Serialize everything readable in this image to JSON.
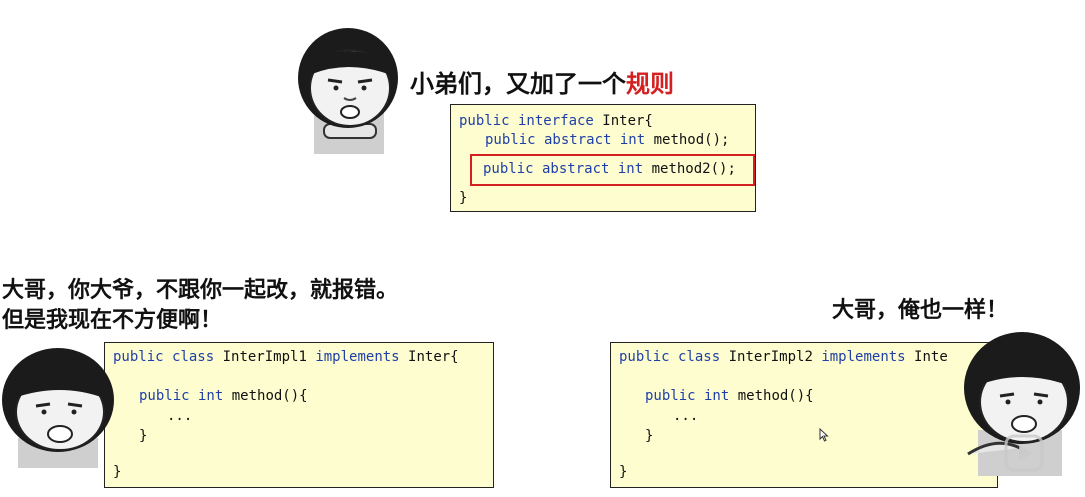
{
  "top_caption": {
    "main": "小弟们，又加了一个",
    "highlight": "规则"
  },
  "interface_code": {
    "l1_kw": "public interface",
    "l1_rest": " Inter{",
    "l2_kw": "public abstract int",
    "l2_rest": " method();",
    "l3_kw": "public abstract int",
    "l3_rest": " method2();",
    "l4": "}"
  },
  "left_caption": {
    "line1": "大哥，你大爷，不跟你一起改，就报错。",
    "line2": "但是我现在不方便啊！"
  },
  "impl1_code": {
    "l1_kw1": "public class",
    "l1_name": " InterImpl1 ",
    "l1_kw2": "implements",
    "l1_rest": " Inter{",
    "l2_kw": "public int",
    "l2_rest": " method(){",
    "l3": "...",
    "l4": "}",
    "l5": "}"
  },
  "right_caption": {
    "line1": "大哥，俺也一样！"
  },
  "impl2_code": {
    "l1_kw1": "public class",
    "l1_name": " InterImpl2 ",
    "l1_kw2": "implements",
    "l1_rest": " Inte",
    "l2_kw": "public int",
    "l2_rest": " method(){",
    "l3": "...",
    "l4": "}",
    "l5": "}"
  },
  "colors": {
    "code_bg": "#fdfdcf",
    "keyword": "#1f3fa8",
    "highlight": "#d42020"
  }
}
